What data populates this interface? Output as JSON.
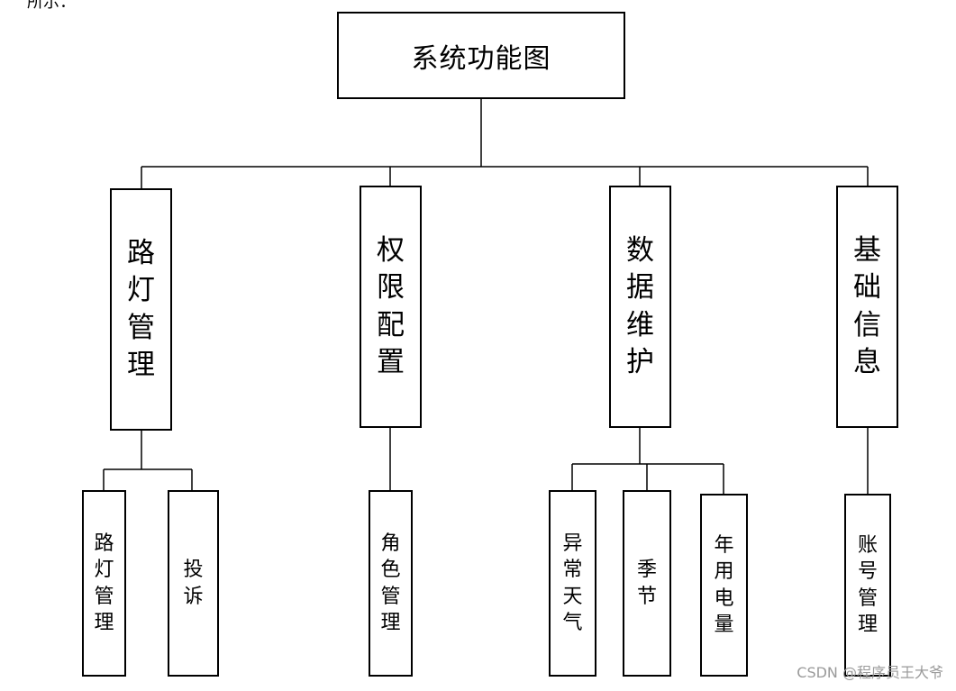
{
  "corner_fragment": "所示：",
  "root": {
    "label": "系统功能图"
  },
  "groups": [
    {
      "label": "路灯管理",
      "children": [
        "路灯管理",
        "投诉"
      ]
    },
    {
      "label": "权限配置",
      "children": [
        "角色管理"
      ]
    },
    {
      "label": "数据维护",
      "children": [
        "异常天气",
        "季节",
        "年用电量"
      ]
    },
    {
      "label": "基础信息",
      "children": [
        "账号管理"
      ]
    }
  ],
  "watermark": "CSDN @程序员王大爷"
}
